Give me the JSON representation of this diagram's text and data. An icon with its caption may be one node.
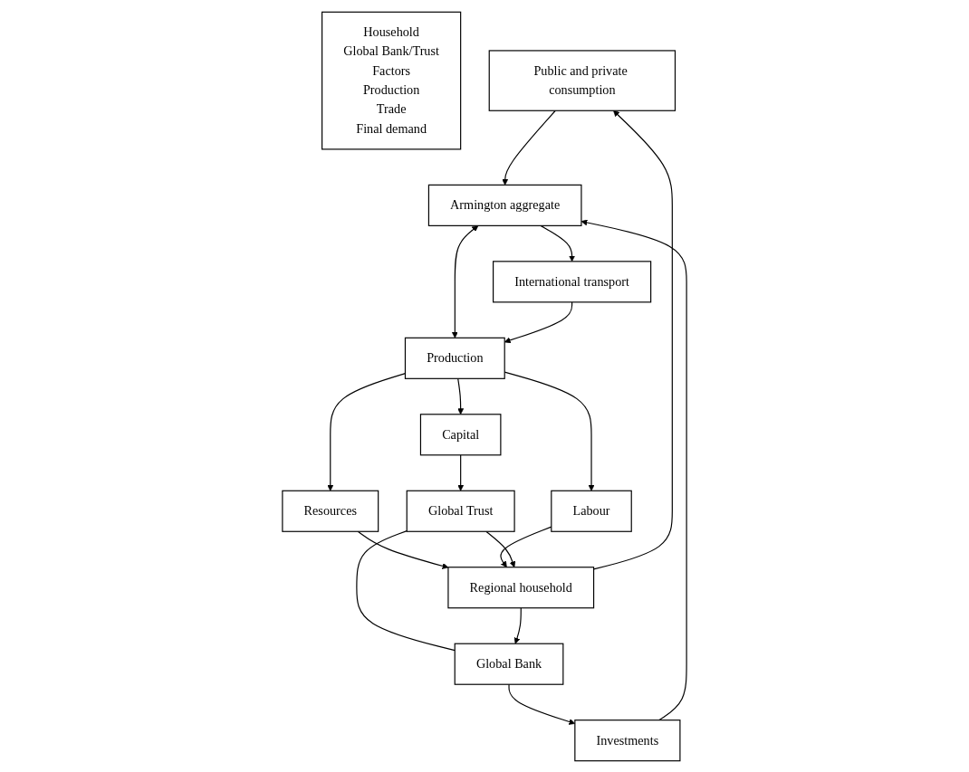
{
  "diagram": {
    "nodes": [
      {
        "text": [
          "Household",
          "Global Bank/Trust",
          "Factors",
          "Production",
          "Trade",
          "Final demand"
        ]
      },
      {
        "text": [
          "Public and private consumption"
        ]
      },
      {
        "text": [
          "Investments"
        ]
      },
      {
        "text": [
          "Armington aggregate"
        ]
      },
      {
        "text": [
          "International transport"
        ]
      },
      {
        "text": [
          "Production"
        ]
      },
      {
        "text": [
          "Resources"
        ]
      },
      {
        "text": [
          "Labour"
        ]
      },
      {
        "text": [
          "Capital"
        ]
      },
      {
        "text": [
          "Global Trust"
        ]
      },
      {
        "text": [
          "Global Bank"
        ]
      },
      {
        "text": [
          "Regional household"
        ]
      }
    ],
    "edges": [
      {
        "from": 1,
        "to": 3,
        "arrow": "to"
      },
      {
        "from": 2,
        "to": 3,
        "arrow": "to"
      },
      {
        "from": 3,
        "to": 4,
        "arrow": "to"
      },
      {
        "from": 3,
        "to": 5,
        "arrow": "both"
      },
      {
        "from": 4,
        "to": 5,
        "arrow": "to"
      },
      {
        "from": 5,
        "to": 6,
        "arrow": "to"
      },
      {
        "from": 5,
        "to": 7,
        "arrow": "to"
      },
      {
        "from": 5,
        "to": 8,
        "arrow": "to"
      },
      {
        "from": 8,
        "to": 9,
        "arrow": "to"
      },
      {
        "from": 9,
        "to": 10,
        "arrow": "none"
      },
      {
        "from": 10,
        "to": 2,
        "arrow": "to"
      },
      {
        "from": 6,
        "to": 11,
        "arrow": "to"
      },
      {
        "from": 7,
        "to": 11,
        "arrow": "to"
      },
      {
        "from": 9,
        "to": 11,
        "arrow": "to"
      },
      {
        "from": 11,
        "to": 10,
        "arrow": "to"
      },
      {
        "from": 11,
        "to": 1,
        "arrow": "to"
      }
    ]
  }
}
